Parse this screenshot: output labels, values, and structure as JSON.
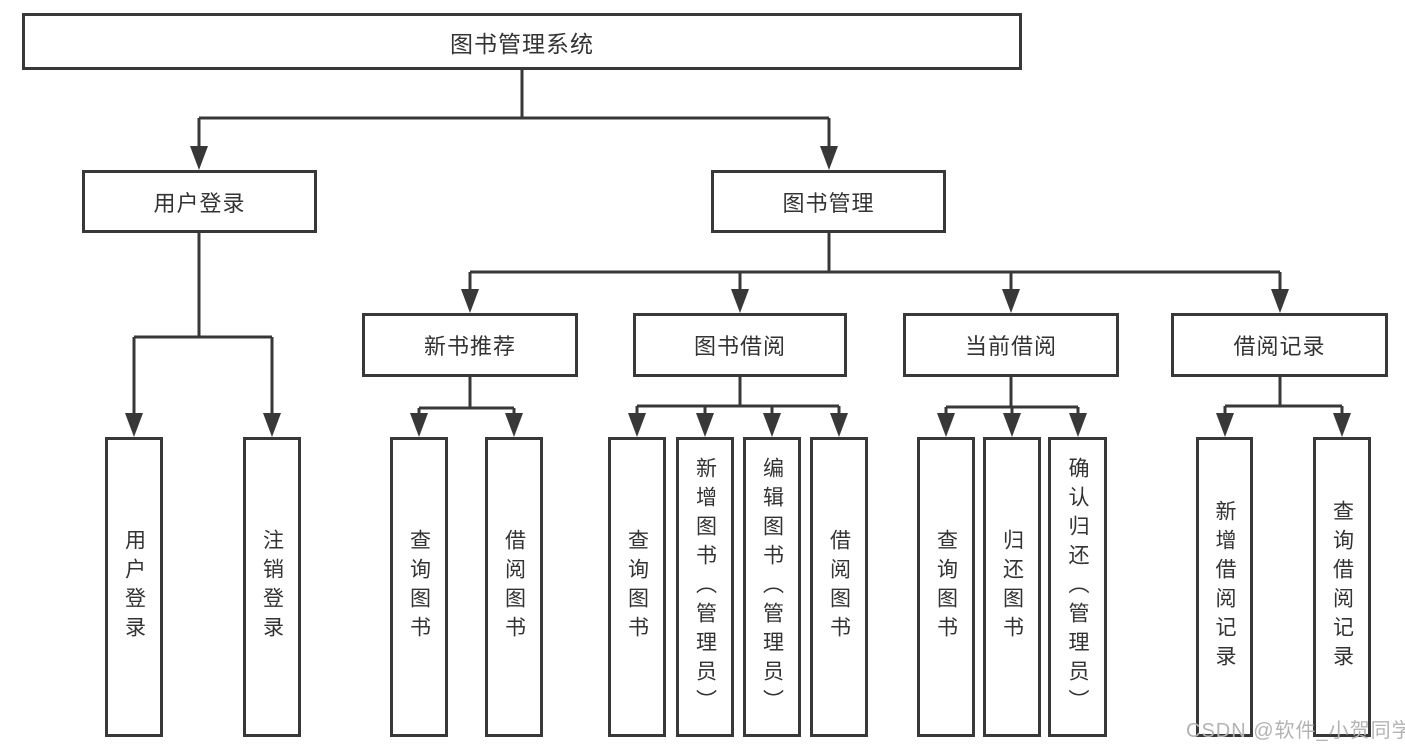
{
  "diagram": {
    "title": "图书管理系统",
    "level2": {
      "login": "用户登录",
      "mgmt": "图书管理"
    },
    "login_children": [
      "用户登录",
      "注销登录"
    ],
    "mgmt_children": [
      "新书推荐",
      "图书借阅",
      "当前借阅",
      "借阅记录"
    ],
    "newbook_children": [
      "查询图书",
      "借阅图书"
    ],
    "borrow_children": [
      "查询图书",
      "新增图书（管理员）",
      "编辑图书（管理员）",
      "借阅图书"
    ],
    "current_children": [
      "查询图书",
      "归还图书",
      "确认归还（管理员）"
    ],
    "record_children": [
      "新增借阅记录",
      "查询借阅记录"
    ]
  },
  "watermark": "CSDN @软件_小贺同学",
  "colors": {
    "line": "#383838",
    "text": "#333333",
    "background": "#ffffff",
    "watermark": "#b3b3b3"
  }
}
